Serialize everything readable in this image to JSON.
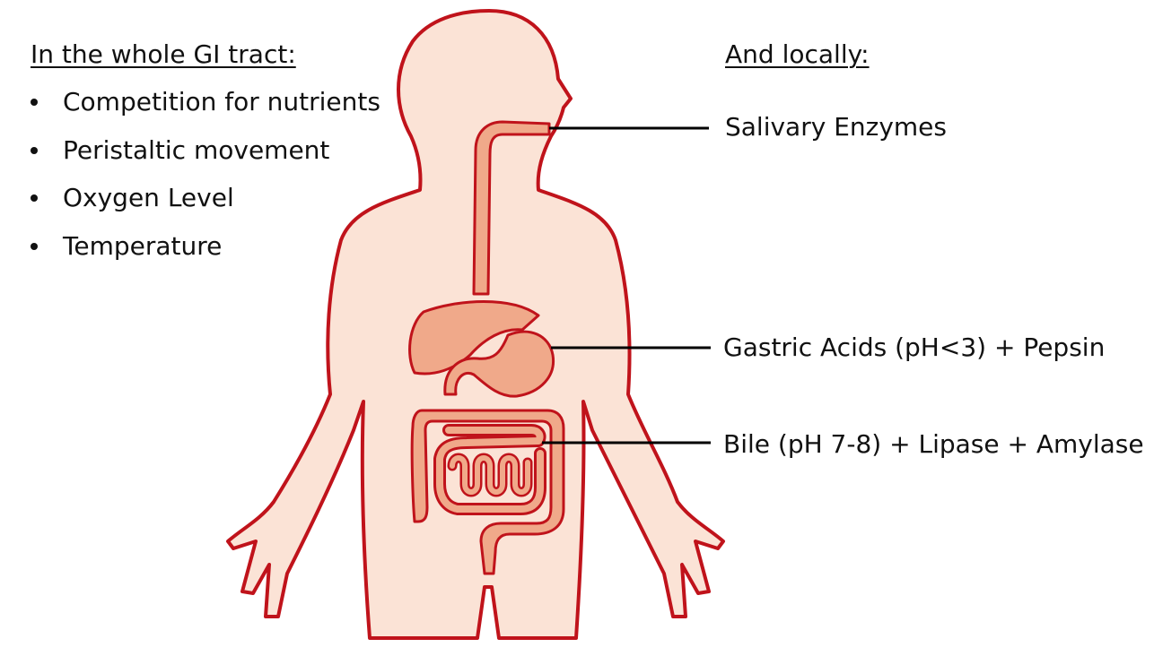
{
  "left_panel": {
    "heading": "In the whole GI tract:",
    "items": [
      "Competition for nutrients",
      "Peristaltic movement",
      "Oxygen Level",
      "Temperature"
    ]
  },
  "right_panel": {
    "heading": "And locally:",
    "callouts": {
      "salivary": "Salivary Enzymes",
      "gastric": "Gastric Acids (pH<3) + Pepsin",
      "bile": "Bile (pH 7-8) + Lipase + Amylase"
    }
  },
  "colors": {
    "body_fill": "#fbe3d6",
    "outline": "#c0131b",
    "organ_fill": "#f0a98a",
    "leader_line": "#000000"
  }
}
